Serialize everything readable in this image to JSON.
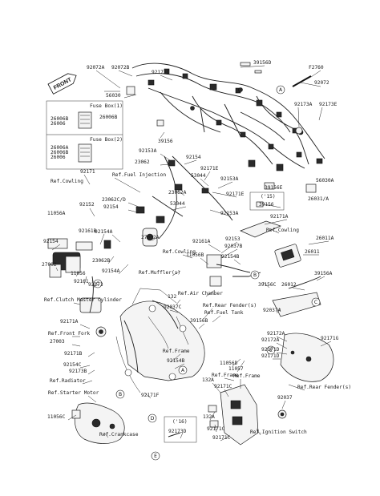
{
  "front_badge": "FRONT",
  "callouts": [
    "A",
    "B",
    "C",
    "D",
    "E"
  ],
  "fuse_boxes": {
    "box1_title": "Fuse Box(1)",
    "box2_title": "Fuse Box(2)"
  },
  "year_notes": {
    "n15": "('15)",
    "n16": "('16)"
  },
  "part_labels": [
    "92072A",
    "92072B",
    "92173C",
    "39156D",
    "F2760",
    "92072",
    "56030",
    "92173A",
    "92173E",
    "26006B",
    "26006B",
    "26006",
    "26006A",
    "26006B",
    "26006",
    "39156",
    "92153A",
    "92154",
    "23062",
    "92171E",
    "53044",
    "92153A",
    "92171E",
    "92153A",
    "39156E",
    "56030A",
    "26031/A",
    "92171",
    "92152",
    "92154",
    "92161B",
    "92154A",
    "23062B",
    "27002A",
    "27002",
    "11056",
    "92161",
    "92173",
    "92154A",
    "Ref.Cowling",
    "11056A",
    "Ref.Fuel Injection",
    "23062C/D",
    "92154",
    "53044",
    "23062A",
    "39156",
    "92171A",
    "Ref.Cowling",
    "92161A",
    "92153",
    "92037B",
    "11056B",
    "92154B",
    "26011",
    "26011A",
    "39156A",
    "26012",
    "Ref.Muffler(s)",
    "Ref.Cowling",
    "Ref.Air Chamber",
    "39156C",
    "132",
    "92037C",
    "Ref.Rear Fender(s)",
    "Ref.Fuel Tank",
    "92037A",
    "39156B",
    "Ref.Clutch Master Cylinder",
    "92171A",
    "Ref.Front Fork",
    "27003",
    "92171B",
    "92154C",
    "92173B",
    "Ref.Radiator",
    "Ref.Starter Motor",
    "Ref.Frame",
    "92154B",
    "11056D",
    "11057",
    "Ref.Frame",
    "92172A",
    "92171G",
    "92172A",
    "92171D",
    "92171F",
    "92171D",
    "Ref.Frame",
    "132A",
    "92171C",
    "Ref.Rear Fender(s)",
    "92037",
    "132A",
    "92171C",
    "Ref.Ignition Switch",
    "11056C",
    "Ref.Crankcase",
    "92173D",
    "92171C"
  ]
}
